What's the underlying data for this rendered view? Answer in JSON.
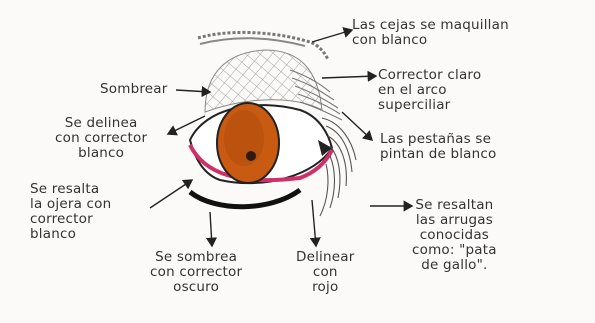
{
  "labels": {
    "eyebrows": "Las cejas se maquillan\ncon blanco",
    "sombrear": "Sombrear",
    "corrector_arco": "Corrector claro\nen el arco\nsuperciliar",
    "delinea": "Se delinea\ncon corrector\nblanco",
    "pestanas": "Las pestañas se\npintan de blanco",
    "ojera": "Se resalta\nla ojera con\ncorrector\nblanco",
    "sombrea_oscuro": "Se sombrea\ncon corrector\noscuro",
    "rojo": "Delinear\ncon\nrojo",
    "arrugas": "Se resaltan\nlas arrugas\nconocidas\ncomo: \"pata\nde gallo\"."
  },
  "colors": {
    "iris": "#c85a12",
    "pupil": "#2a1a10",
    "red_line": "#d0306a",
    "ink": "#222222"
  }
}
